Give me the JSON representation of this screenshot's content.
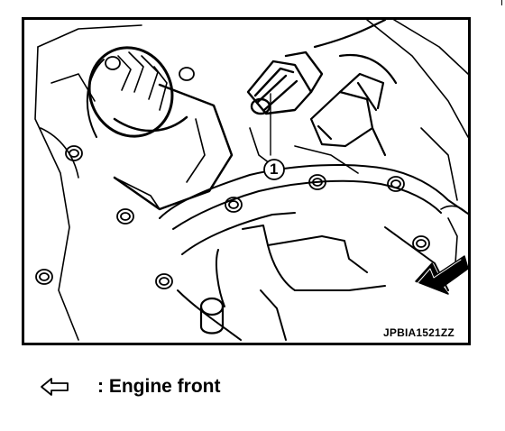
{
  "figure": {
    "code": "JPBIA1521ZZ",
    "callouts": [
      {
        "number": "1"
      }
    ]
  },
  "legend": {
    "icon": "outline-arrow-left-icon",
    "text": ": Engine front"
  },
  "colors": {
    "line": "#000000",
    "background": "#ffffff"
  }
}
